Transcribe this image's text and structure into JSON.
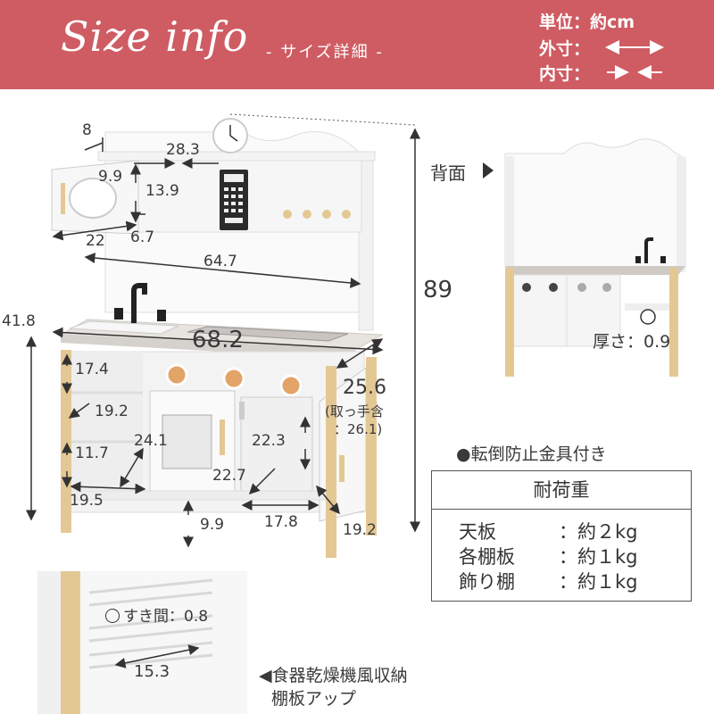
{
  "header": {
    "title": "Size info",
    "subtitle": "- サイズ詳細 -",
    "unit_label": "単位：約cm",
    "outer_label": "外寸：",
    "inner_label": "内寸："
  },
  "dimensions": {
    "d8": "8",
    "d28_3": "28.3",
    "d9_9_top": "9.9",
    "d13_9": "13.9",
    "d22": "22",
    "d6_7": "6.7",
    "d64_7": "64.7",
    "d89": "89",
    "d41_8": "41.8",
    "d68_2": "68.2",
    "d17_4": "17.4",
    "d19_2_left": "19.2",
    "d11_7": "11.7",
    "d24_1": "24.1",
    "d19_5": "19.5",
    "d22_3": "22.3",
    "d22_7": "22.7",
    "d9_9_bottom": "9.9",
    "d17_8": "17.8",
    "d19_2_right": "19.2",
    "d25_6": "25.6",
    "d25_6_note_1": "(取っ手含",
    "d25_6_note_2": "：26.1)"
  },
  "back": {
    "label": "背面",
    "thickness": "厚さ：0.9"
  },
  "anti_tip": "●転倒防止金具付き",
  "load": {
    "title": "耐荷重",
    "rows": [
      {
        "name": "天板",
        "value": "：約２kg"
      },
      {
        "name": "各棚板",
        "value": "：約１kg"
      },
      {
        "name": "飾り棚",
        "value": "：約１kg"
      }
    ]
  },
  "detail": {
    "gap": "すき間：0.8",
    "width": "15.3",
    "caption_1": "◀食器乾燥機風収納",
    "caption_2": "棚板アップ"
  },
  "colors": {
    "header_bg": "#cf5c63",
    "wood": "#e4c894",
    "counter_gray": "#cfcac4"
  }
}
